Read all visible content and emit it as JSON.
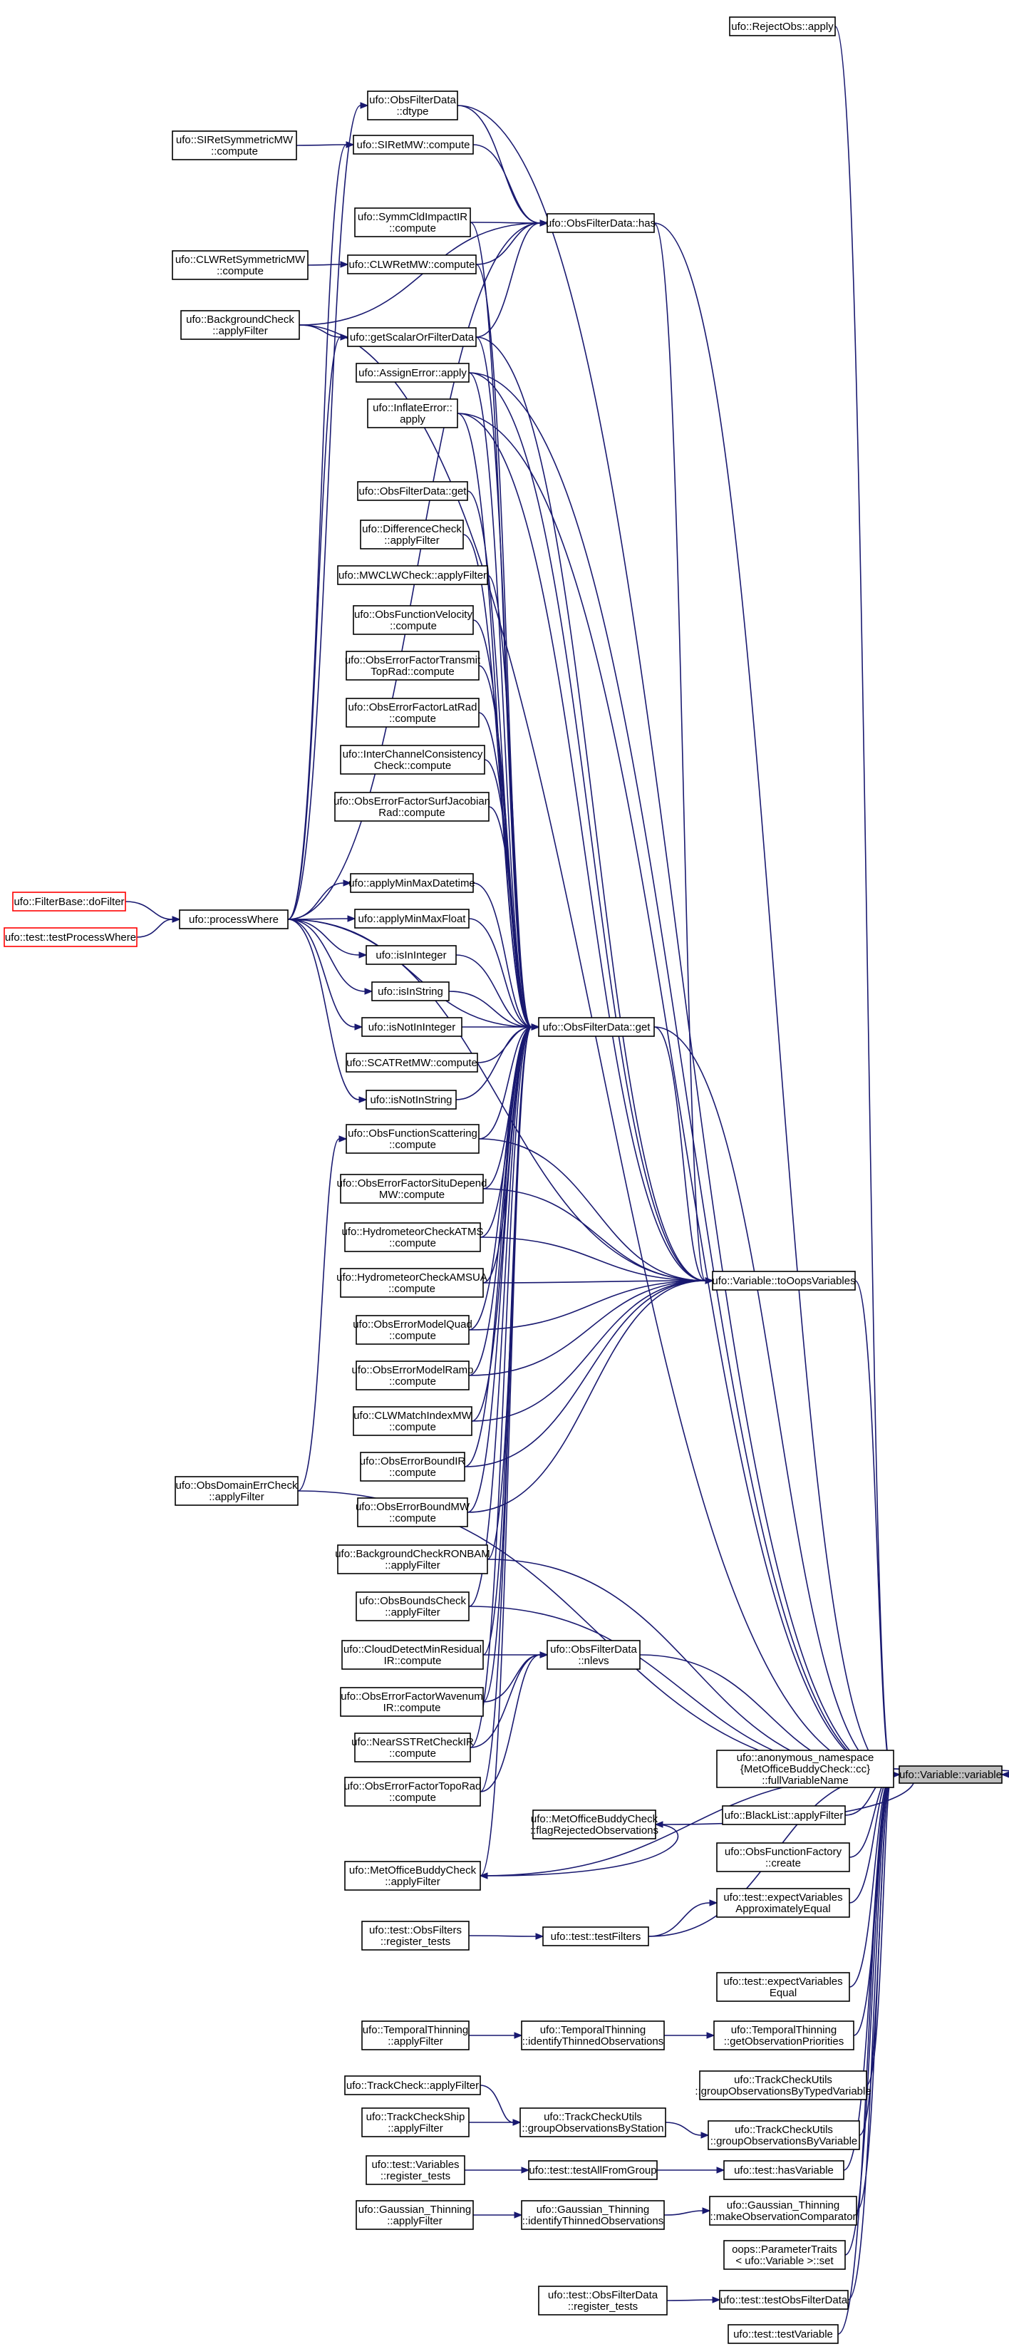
{
  "graph": {
    "target": "var_variable",
    "nodes": [
      {
        "id": "var_variable",
        "lines": [
          "ufo::Variable::variable"
        ],
        "style": "target"
      },
      {
        "id": "rejectobs",
        "lines": [
          "ufo::RejectObs::apply"
        ]
      },
      {
        "id": "ofd_dtype",
        "lines": [
          "ufo::ObsFilterData",
          "::dtype"
        ]
      },
      {
        "id": "siretmw",
        "lines": [
          "ufo::SIRetMW::compute"
        ]
      },
      {
        "id": "siretsym",
        "lines": [
          "ufo::SIRetSymmetricMW",
          "::compute"
        ]
      },
      {
        "id": "ofd_has",
        "lines": [
          "ufo::ObsFilterData::has"
        ]
      },
      {
        "id": "symmcld",
        "lines": [
          "ufo::SymmCldImpactIR",
          "::compute"
        ]
      },
      {
        "id": "clwretsym",
        "lines": [
          "ufo::CLWRetSymmetricMW",
          "::compute"
        ]
      },
      {
        "id": "clwretmw",
        "lines": [
          "ufo::CLWRetMW::compute"
        ]
      },
      {
        "id": "bgcheck",
        "lines": [
          "ufo::BackgroundCheck",
          "::applyFilter"
        ]
      },
      {
        "id": "getscalar",
        "lines": [
          "ufo::getScalarOrFilterData"
        ]
      },
      {
        "id": "assignerr",
        "lines": [
          "ufo::AssignError::apply"
        ]
      },
      {
        "id": "inflateerr",
        "lines": [
          "ufo::InflateError::",
          "apply"
        ]
      },
      {
        "id": "ofd_get2",
        "lines": [
          "ufo::ObsFilterData::get"
        ]
      },
      {
        "id": "diffcheck",
        "lines": [
          "ufo::DifferenceCheck",
          "::applyFilter"
        ]
      },
      {
        "id": "mwclw",
        "lines": [
          "ufo::MWCLWCheck::applyFilter"
        ]
      },
      {
        "id": "ofvel",
        "lines": [
          "ufo::ObsFunctionVelocity",
          "::compute"
        ]
      },
      {
        "id": "oeftrans",
        "lines": [
          "ufo::ObsErrorFactorTransmit",
          "TopRad::compute"
        ]
      },
      {
        "id": "oeflat",
        "lines": [
          "ufo::ObsErrorFactorLatRad",
          "::compute"
        ]
      },
      {
        "id": "interchan",
        "lines": [
          "ufo::InterChannelConsistency",
          "Check::compute"
        ]
      },
      {
        "id": "oefsurf",
        "lines": [
          "ufo::ObsErrorFactorSurfJacobian",
          "Rad::compute"
        ]
      },
      {
        "id": "dofilter",
        "lines": [
          "ufo::FilterBase::doFilter"
        ],
        "style": "red"
      },
      {
        "id": "testpw",
        "lines": [
          "ufo::test::testProcessWhere"
        ],
        "style": "red"
      },
      {
        "id": "processwhere",
        "lines": [
          "ufo::processWhere"
        ]
      },
      {
        "id": "minmaxdt",
        "lines": [
          "ufo::applyMinMaxDatetime"
        ]
      },
      {
        "id": "minmaxfl",
        "lines": [
          "ufo::applyMinMaxFloat"
        ]
      },
      {
        "id": "isinint",
        "lines": [
          "ufo::isInInteger"
        ]
      },
      {
        "id": "isinstr",
        "lines": [
          "ufo::isInString"
        ]
      },
      {
        "id": "isnotinint",
        "lines": [
          "ufo::isNotInInteger"
        ]
      },
      {
        "id": "ofd_get",
        "lines": [
          "ufo::ObsFilterData::get"
        ]
      },
      {
        "id": "scatret",
        "lines": [
          "ufo::SCATRetMW::compute"
        ]
      },
      {
        "id": "isnotinstr",
        "lines": [
          "ufo::isNotInString"
        ]
      },
      {
        "id": "ofscat",
        "lines": [
          "ufo::ObsFunctionScattering",
          "::compute"
        ]
      },
      {
        "id": "oefsitu",
        "lines": [
          "ufo::ObsErrorFactorSituDepend",
          "MW::compute"
        ]
      },
      {
        "id": "hydroatms",
        "lines": [
          "ufo::HydrometeorCheckATMS",
          "::compute"
        ]
      },
      {
        "id": "hydroamsua",
        "lines": [
          "ufo::HydrometeorCheckAMSUA",
          "::compute"
        ]
      },
      {
        "id": "tooops",
        "lines": [
          "ufo::Variable::toOopsVariables"
        ]
      },
      {
        "id": "oemquad",
        "lines": [
          "ufo::ObsErrorModelQuad",
          "::compute"
        ]
      },
      {
        "id": "oemramp",
        "lines": [
          "ufo::ObsErrorModelRamp",
          "::compute"
        ]
      },
      {
        "id": "clwmatch",
        "lines": [
          "ufo::CLWMatchIndexMW",
          "::compute"
        ]
      },
      {
        "id": "oebir",
        "lines": [
          "ufo::ObsErrorBoundIR",
          "::compute"
        ]
      },
      {
        "id": "domainerr",
        "lines": [
          "ufo::ObsDomainErrCheck",
          "::applyFilter"
        ]
      },
      {
        "id": "oebmw",
        "lines": [
          "ufo::ObsErrorBoundMW",
          "::compute"
        ]
      },
      {
        "id": "bgronbam",
        "lines": [
          "ufo::BackgroundCheckRONBAM",
          "::applyFilter"
        ]
      },
      {
        "id": "boundscheck",
        "lines": [
          "ufo::ObsBoundsCheck",
          "::applyFilter"
        ]
      },
      {
        "id": "clouddetect",
        "lines": [
          "ufo::CloudDetectMinResidual",
          "IR::compute"
        ]
      },
      {
        "id": "ofd_nlevs",
        "lines": [
          "ufo::ObsFilterData",
          "::nlevs"
        ]
      },
      {
        "id": "oefwave",
        "lines": [
          "ufo::ObsErrorFactorWavenum",
          "IR::compute"
        ]
      },
      {
        "id": "nearsst",
        "lines": [
          "ufo::NearSSTRetCheckIR",
          "::compute"
        ]
      },
      {
        "id": "anonfull",
        "lines": [
          "ufo::anonymous_namespace",
          "{MetOfficeBuddyCheck::cc}",
          "::fullVariableName"
        ]
      },
      {
        "id": "oeftopo",
        "lines": [
          "ufo::ObsErrorFactorTopoRad",
          "::compute"
        ]
      },
      {
        "id": "blacklist",
        "lines": [
          "ufo::BlackList::applyFilter"
        ]
      },
      {
        "id": "buddyflag",
        "lines": [
          "ufo::MetOfficeBuddyCheck",
          "::flagRejectedObservations"
        ]
      },
      {
        "id": "buddyapply",
        "lines": [
          "ufo::MetOfficeBuddyCheck",
          "::applyFilter"
        ]
      },
      {
        "id": "offactory",
        "lines": [
          "ufo::ObsFunctionFactory",
          "::create"
        ]
      },
      {
        "id": "expapprox",
        "lines": [
          "ufo::test::expectVariables",
          "ApproximatelyEqual"
        ]
      },
      {
        "id": "obsfiltersreg",
        "lines": [
          "ufo::test::ObsFilters",
          "::register_tests"
        ]
      },
      {
        "id": "testfilters",
        "lines": [
          "ufo::test::testFilters"
        ]
      },
      {
        "id": "expequal",
        "lines": [
          "ufo::test::expectVariables",
          "Equal"
        ]
      },
      {
        "id": "ttapply",
        "lines": [
          "ufo::TemporalThinning",
          "::applyFilter"
        ]
      },
      {
        "id": "ttident",
        "lines": [
          "ufo::TemporalThinning",
          "::identifyThinnedObservations"
        ]
      },
      {
        "id": "ttprio",
        "lines": [
          "ufo::TemporalThinning",
          "::getObservationPriorities"
        ]
      },
      {
        "id": "tcutyped",
        "lines": [
          "ufo::TrackCheckUtils",
          "::groupObservationsByTypedVariable"
        ]
      },
      {
        "id": "trackcheck",
        "lines": [
          "ufo::TrackCheck::applyFilter"
        ]
      },
      {
        "id": "trackship",
        "lines": [
          "ufo::TrackCheckShip",
          "::applyFilter"
        ]
      },
      {
        "id": "tcustation",
        "lines": [
          "ufo::TrackCheckUtils",
          "::groupObservationsByStation"
        ]
      },
      {
        "id": "tcuvar",
        "lines": [
          "ufo::TrackCheckUtils",
          "::groupObservationsByVariable"
        ]
      },
      {
        "id": "varsreg",
        "lines": [
          "ufo::test::Variables",
          "::register_tests"
        ]
      },
      {
        "id": "testallgroup",
        "lines": [
          "ufo::test::testAllFromGroup"
        ]
      },
      {
        "id": "hasvariable",
        "lines": [
          "ufo::test::hasVariable"
        ]
      },
      {
        "id": "gtapply",
        "lines": [
          "ufo::Gaussian_Thinning",
          "::applyFilter"
        ]
      },
      {
        "id": "gtident",
        "lines": [
          "ufo::Gaussian_Thinning",
          "::identifyThinnedObservations"
        ]
      },
      {
        "id": "gtcomp",
        "lines": [
          "ufo::Gaussian_Thinning",
          "::makeObservationComparator"
        ]
      },
      {
        "id": "paramtraits",
        "lines": [
          "oops::ParameterTraits",
          "< ufo::Variable >::set"
        ]
      },
      {
        "id": "ofdreg",
        "lines": [
          "ufo::test::ObsFilterData",
          "::register_tests"
        ]
      },
      {
        "id": "testofd",
        "lines": [
          "ufo::test::testObsFilterData"
        ]
      },
      {
        "id": "testvariable",
        "lines": [
          "ufo::test::testVariable"
        ]
      }
    ],
    "edges": [
      [
        "rejectobs",
        "var_variable"
      ],
      [
        "ofd_dtype",
        "var_variable"
      ],
      [
        "ofd_has",
        "var_variable"
      ],
      [
        "bgcheck",
        "var_variable"
      ],
      [
        "assignerr",
        "var_variable"
      ],
      [
        "inflateerr",
        "var_variable"
      ],
      [
        "ofd_get",
        "var_variable"
      ],
      [
        "tooops",
        "var_variable"
      ],
      [
        "ofd_nlevs",
        "var_variable"
      ],
      [
        "anonfull",
        "var_variable"
      ],
      [
        "blacklist",
        "var_variable"
      ],
      [
        "buddyapply",
        "var_variable"
      ],
      [
        "offactory",
        "var_variable"
      ],
      [
        "expapprox",
        "var_variable"
      ],
      [
        "testfilters",
        "var_variable"
      ],
      [
        "expequal",
        "var_variable"
      ],
      [
        "ttprio",
        "var_variable"
      ],
      [
        "tcutyped",
        "var_variable"
      ],
      [
        "tcuvar",
        "var_variable"
      ],
      [
        "hasvariable",
        "var_variable"
      ],
      [
        "gtcomp",
        "var_variable"
      ],
      [
        "paramtraits",
        "var_variable"
      ],
      [
        "testofd",
        "var_variable"
      ],
      [
        "testvariable",
        "var_variable"
      ],
      [
        "bgronbam",
        "var_variable"
      ],
      [
        "boundscheck",
        "var_variable"
      ],
      [
        "domainerr",
        "var_variable"
      ],
      [
        "siretsym",
        "siretmw"
      ],
      [
        "clwretsym",
        "clwretmw"
      ],
      [
        "bgcheck",
        "getscalar"
      ],
      [
        "ofd_dtype",
        "ofd_has"
      ],
      [
        "siretmw",
        "ofd_has"
      ],
      [
        "symmcld",
        "ofd_has"
      ],
      [
        "clwretmw",
        "ofd_has"
      ],
      [
        "getscalar",
        "ofd_has"
      ],
      [
        "bgcheck",
        "ofd_has"
      ],
      [
        "dofilter",
        "processwhere"
      ],
      [
        "testpw",
        "processwhere"
      ],
      [
        "processwhere",
        "minmaxdt"
      ],
      [
        "processwhere",
        "minmaxfl"
      ],
      [
        "processwhere",
        "isinint"
      ],
      [
        "processwhere",
        "isinstr"
      ],
      [
        "processwhere",
        "isnotinint"
      ],
      [
        "processwhere",
        "isnotinstr"
      ],
      [
        "processwhere",
        "ofd_dtype"
      ],
      [
        "processwhere",
        "siretmw"
      ],
      [
        "processwhere",
        "getscalar"
      ],
      [
        "processwhere",
        "ofd_get"
      ],
      [
        "processwhere",
        "ofd_has"
      ],
      [
        "minmaxdt",
        "ofd_get"
      ],
      [
        "minmaxfl",
        "ofd_get"
      ],
      [
        "isinint",
        "ofd_get"
      ],
      [
        "isinstr",
        "ofd_get"
      ],
      [
        "isnotinint",
        "ofd_get"
      ],
      [
        "isnotinstr",
        "ofd_get"
      ],
      [
        "scatret",
        "ofd_get"
      ],
      [
        "assignerr",
        "ofd_get"
      ],
      [
        "inflateerr",
        "ofd_get"
      ],
      [
        "ofd_get2",
        "ofd_get"
      ],
      [
        "diffcheck",
        "ofd_get"
      ],
      [
        "mwclw",
        "ofd_get"
      ],
      [
        "ofvel",
        "ofd_get"
      ],
      [
        "oeftrans",
        "ofd_get"
      ],
      [
        "oeflat",
        "ofd_get"
      ],
      [
        "interchan",
        "ofd_get"
      ],
      [
        "oefsurf",
        "ofd_get"
      ],
      [
        "ofscat",
        "ofd_get"
      ],
      [
        "oefsitu",
        "ofd_get"
      ],
      [
        "hydroatms",
        "ofd_get"
      ],
      [
        "hydroamsua",
        "ofd_get"
      ],
      [
        "oemquad",
        "ofd_get"
      ],
      [
        "oemramp",
        "ofd_get"
      ],
      [
        "clwmatch",
        "ofd_get"
      ],
      [
        "oebir",
        "ofd_get"
      ],
      [
        "oebmw",
        "ofd_get"
      ],
      [
        "bgronbam",
        "ofd_get"
      ],
      [
        "boundscheck",
        "ofd_get"
      ],
      [
        "clouddetect",
        "ofd_get"
      ],
      [
        "oefwave",
        "ofd_get"
      ],
      [
        "nearsst",
        "ofd_get"
      ],
      [
        "oeftopo",
        "ofd_get"
      ],
      [
        "buddyapply",
        "ofd_get"
      ],
      [
        "symmcld",
        "ofd_get"
      ],
      [
        "clwretmw",
        "ofd_get"
      ],
      [
        "getscalar",
        "ofd_get"
      ],
      [
        "ofd_get",
        "tooops"
      ],
      [
        "assignerr",
        "tooops"
      ],
      [
        "inflateerr",
        "tooops"
      ],
      [
        "oefsitu",
        "tooops"
      ],
      [
        "hydroatms",
        "tooops"
      ],
      [
        "hydroamsua",
        "tooops"
      ],
      [
        "oemquad",
        "tooops"
      ],
      [
        "oemramp",
        "tooops"
      ],
      [
        "clwmatch",
        "tooops"
      ],
      [
        "oebir",
        "tooops"
      ],
      [
        "oebmw",
        "tooops"
      ],
      [
        "ofd_has",
        "tooops"
      ],
      [
        "getscalar",
        "tooops"
      ],
      [
        "processwhere",
        "tooops"
      ],
      [
        "ofscat",
        "tooops"
      ],
      [
        "clouddetect",
        "ofd_nlevs"
      ],
      [
        "oefwave",
        "ofd_nlevs"
      ],
      [
        "nearsst",
        "ofd_nlevs"
      ],
      [
        "oeftopo",
        "ofd_nlevs"
      ],
      [
        "anonfull",
        "buddyflag"
      ],
      [
        "buddyflag",
        "buddyapply"
      ],
      [
        "domainerr",
        "ofscat"
      ],
      [
        "obsfiltersreg",
        "testfilters"
      ],
      [
        "testfilters",
        "expapprox"
      ],
      [
        "ttapply",
        "ttident"
      ],
      [
        "ttident",
        "ttprio"
      ],
      [
        "trackcheck",
        "tcustation"
      ],
      [
        "trackship",
        "tcustation"
      ],
      [
        "tcustation",
        "tcuvar"
      ],
      [
        "varsreg",
        "testallgroup"
      ],
      [
        "testallgroup",
        "hasvariable"
      ],
      [
        "gtapply",
        "gtident"
      ],
      [
        "gtident",
        "gtcomp"
      ],
      [
        "ofdreg",
        "testofd"
      ]
    ]
  }
}
